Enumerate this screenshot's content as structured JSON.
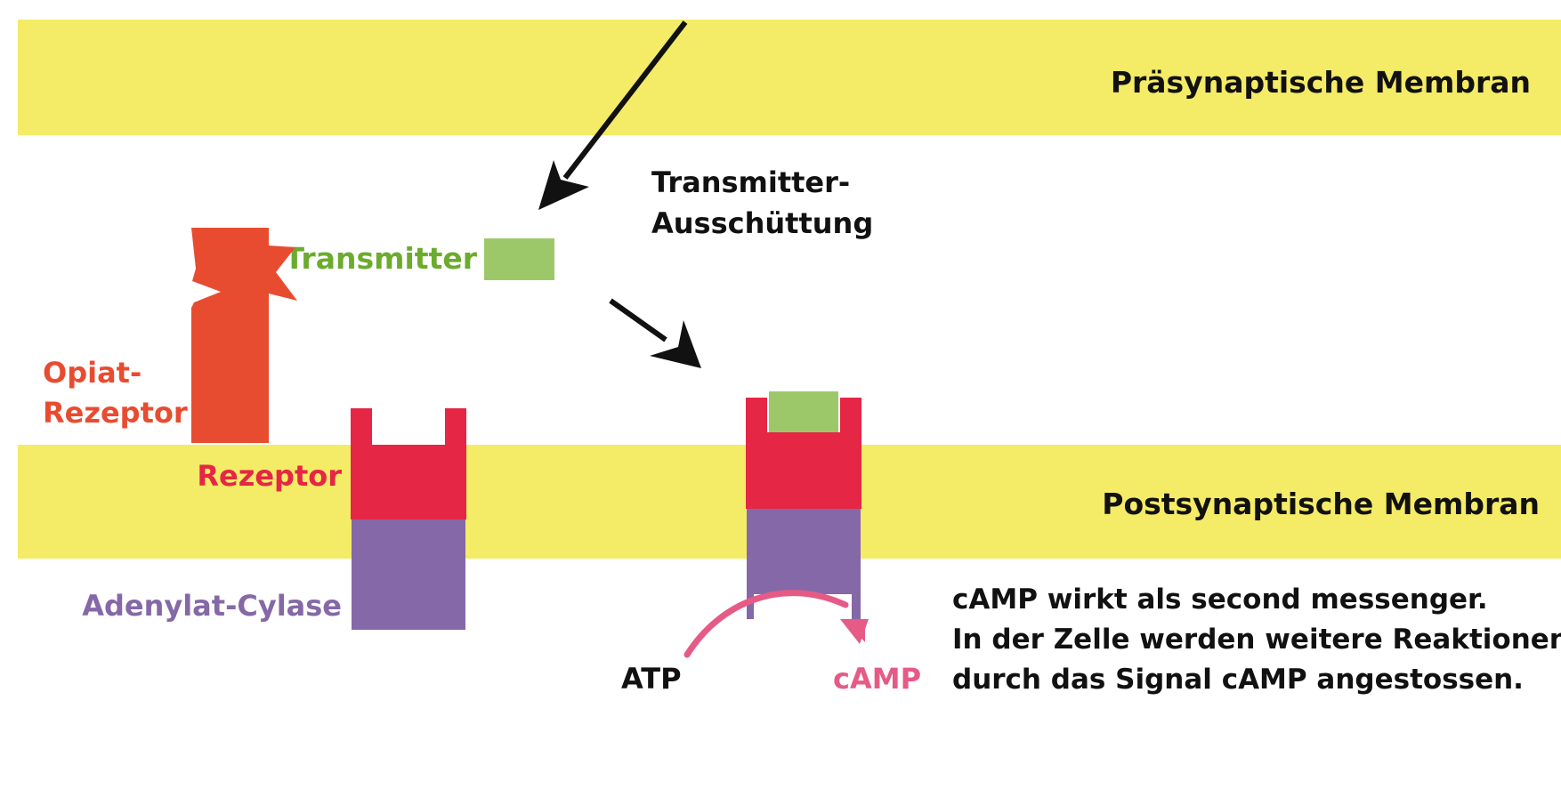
{
  "colors": {
    "membrane": "#f4eb66",
    "opiate_receptor": "#e84c30",
    "receptor": "#e52645",
    "adenylate_cyclase": "#8568a7",
    "transmitter": "#9dc86a",
    "transmitter_label": "#6bab2e",
    "camp": "#e65a86",
    "text": "#111111"
  },
  "labels": {
    "presynaptic_membrane": "Präsynaptische Membran",
    "postsynaptic_membrane": "Postsynaptische Membran",
    "transmitter_release_line1": "Transmitter-",
    "transmitter_release_line2": "Ausschüttung",
    "transmitter": "Transmitter",
    "opiate_receptor_line1": "Opiat-",
    "opiate_receptor_line2": "Rezeptor",
    "receptor": "Rezeptor",
    "adenylate_cyclase": "Adenylat-Cylase",
    "atp": "ATP",
    "camp": "cAMP",
    "second_messenger": [
      "cAMP wirkt als second messenger.",
      "In der Zelle werden weitere Reaktionen",
      "durch das Signal cAMP angestossen."
    ]
  }
}
